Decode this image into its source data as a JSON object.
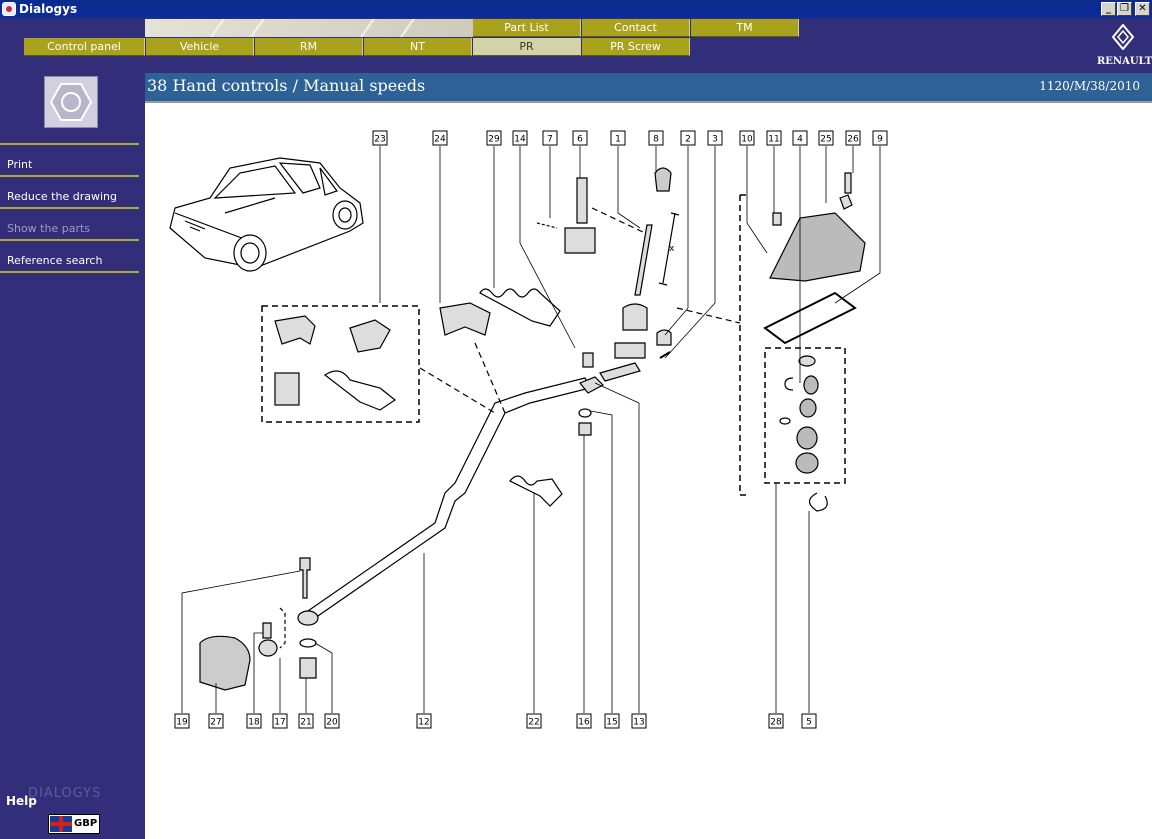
{
  "window": {
    "title": "Dialogys"
  },
  "tabs_top": [
    {
      "label": "Part List"
    },
    {
      "label": "Contact"
    },
    {
      "label": "TM"
    }
  ],
  "tabs_bottom": [
    {
      "label": "Control panel"
    },
    {
      "label": "Vehicle"
    },
    {
      "label": "RM"
    },
    {
      "label": "NT"
    },
    {
      "label": "PR",
      "active": true
    },
    {
      "label": "PR Screw"
    }
  ],
  "brand": {
    "logo_text": "RENAULT"
  },
  "sidebar": {
    "items": [
      {
        "label": "Print",
        "enabled": true
      },
      {
        "label": "Reduce the drawing",
        "enabled": true
      },
      {
        "label": "Show the parts",
        "enabled": false
      },
      {
        "label": "Reference search",
        "enabled": true
      }
    ],
    "help_label": "Help",
    "watermark": "DIALOGYS",
    "currency": "GBP"
  },
  "header": {
    "title": "38 Hand controls / Manual speeds",
    "reference": "1120/M/38/2010"
  },
  "diagram": {
    "top_refs": [
      "23",
      "24",
      "29",
      "14",
      "7",
      "6",
      "1",
      "8",
      "2",
      "3",
      "10",
      "11",
      "4",
      "25",
      "26",
      "9"
    ],
    "bottom_refs": [
      "19",
      "27",
      "18",
      "17",
      "21",
      "20",
      "12",
      "22",
      "16",
      "15",
      "13",
      "28",
      "5"
    ],
    "callout_color": "#000000"
  },
  "colors": {
    "accent_tab": "#a9a21c",
    "sidebar_bg": "#322e7a",
    "header_bg": "#2e6296"
  }
}
